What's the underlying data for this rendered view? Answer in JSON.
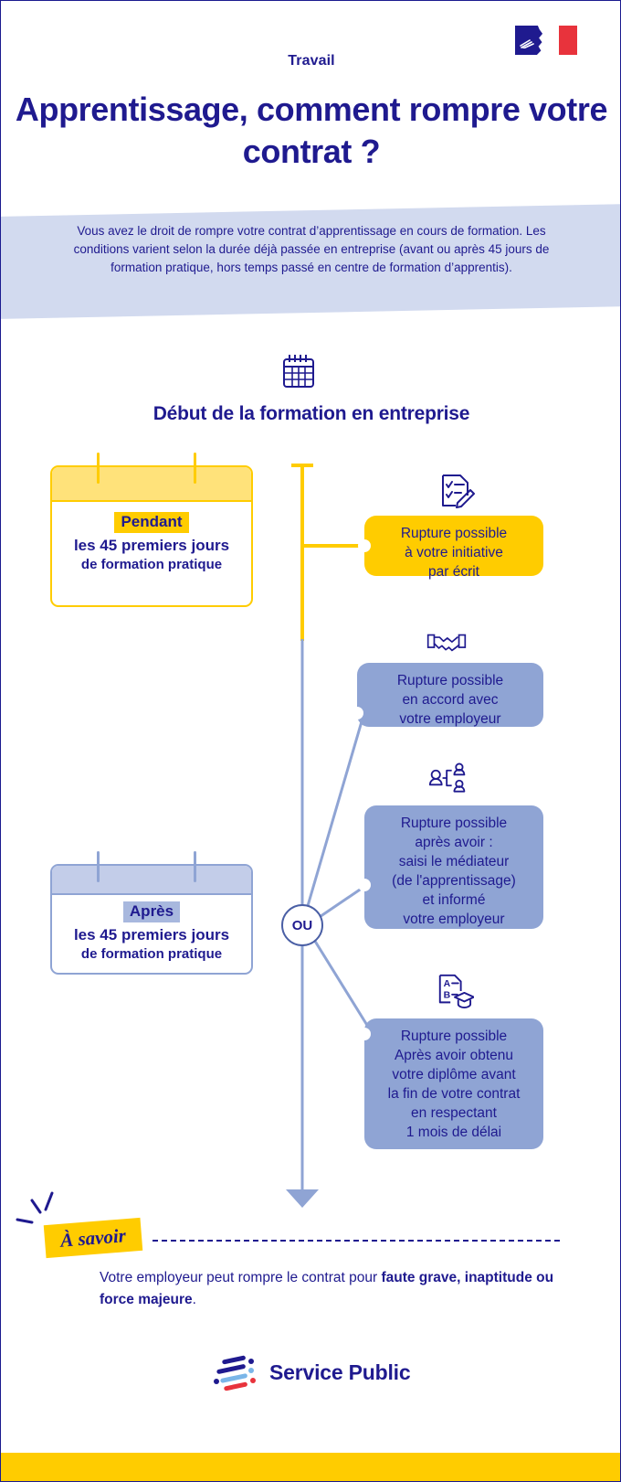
{
  "header": {
    "kicker": "Travail",
    "title": "Apprentissage, comment rompre votre contrat ?",
    "flag_icon": "french-republic-marianne-logo"
  },
  "intro": {
    "text": "Vous avez le droit de rompre votre contrat d’apprentissage en cours de formation. Les conditions varient selon la durée déjà passée en entreprise (avant ou après 45 jours de formation pratique, hors temps passé en centre de formation d’apprentis)."
  },
  "flow": {
    "start_icon": "calendar-icon",
    "start_heading": "Début de la formation en entreprise",
    "branch_label": "OU",
    "periods": [
      {
        "tag": "Pendant",
        "line1": "les 45 premiers jours",
        "line2": "de formation pratique",
        "color": "#ffcc00"
      },
      {
        "tag": "Après",
        "line1": "les 45 premiers jours",
        "line2": "de formation pratique",
        "color": "#8fa4d4"
      }
    ],
    "outcomes": [
      {
        "icon": "document-checklist-pen-icon",
        "style": "yellow",
        "lines": [
          "Rupture possible",
          "à votre initiative",
          "par écrit"
        ]
      },
      {
        "icon": "handshake-icon",
        "style": "blue",
        "lines": [
          "Rupture possible",
          "en accord avec",
          "votre employeur"
        ]
      },
      {
        "icon": "mediator-people-icon",
        "style": "blue",
        "lines": [
          "Rupture possible",
          "après avoir :",
          "saisi le médiateur",
          "(de l'apprentissage)",
          "et informé",
          "votre employeur"
        ]
      },
      {
        "icon": "diploma-graduation-icon",
        "style": "blue",
        "lines": [
          "Rupture possible",
          "Après avoir obtenu",
          "votre diplôme avant",
          "la fin de votre contrat",
          "en respectant",
          "1 mois de délai"
        ]
      }
    ]
  },
  "note": {
    "badge": "À savoir",
    "text_before": "Votre employeur peut rompre le contrat pour ",
    "text_bold": "faute grave, inaptitude ou force majeure",
    "text_after": "."
  },
  "footer": {
    "logo_mark": "service-public-logo-mark",
    "logo_text": "Service Public"
  },
  "colors": {
    "navy": "#1f1a8f",
    "yellow": "#ffcc00",
    "blue_light": "#8fa4d4",
    "band": "#d2daef",
    "red": "#e8333c"
  }
}
